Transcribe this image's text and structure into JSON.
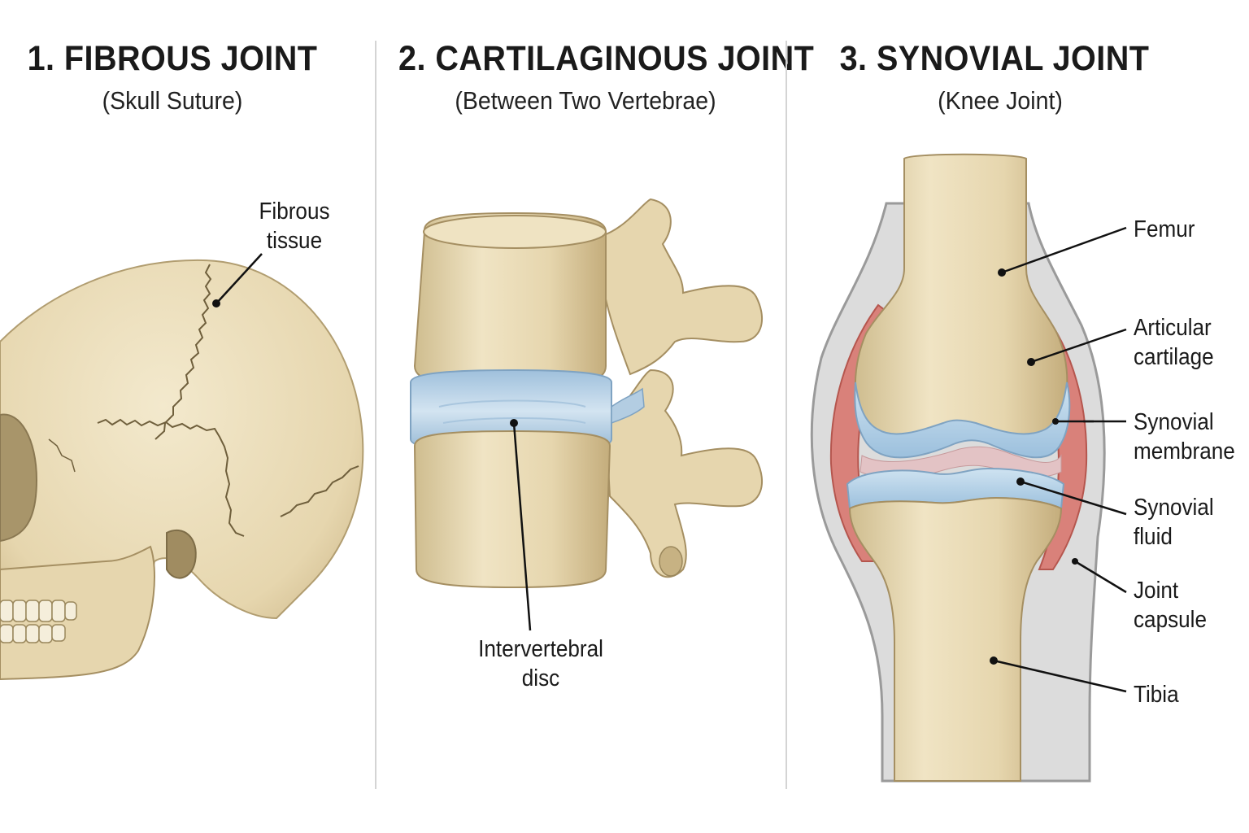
{
  "panels": [
    {
      "title": "1. FIBROUS JOINT",
      "subtitle": "(Skull Suture)"
    },
    {
      "title": "2. CARTILAGINOUS JOINT",
      "subtitle": "(Between Two Vertebrae)"
    },
    {
      "title": "3. SYNOVIAL JOINT",
      "subtitle": "(Knee Joint)"
    }
  ],
  "labels": {
    "fibrous_tissue": [
      "Fibrous",
      "tissue"
    ],
    "intervertebral_disc": [
      "Intervertebral",
      "disc"
    ],
    "femur": "Femur",
    "articular_cartilage": [
      "Articular",
      "cartilage"
    ],
    "synovial_membrane": [
      "Synovial",
      "membrane"
    ],
    "synovial_fluid": [
      "Synovial",
      "fluid"
    ],
    "joint_capsule": [
      "Joint",
      "capsule"
    ],
    "tibia": "Tibia"
  },
  "colors": {
    "bone": "#e9dcb8",
    "bone_shade": "#cdbb8c",
    "cartilage": "#bcd6e8",
    "synovial_membrane": "#d9817a",
    "capsule": "#b9b9b9"
  }
}
